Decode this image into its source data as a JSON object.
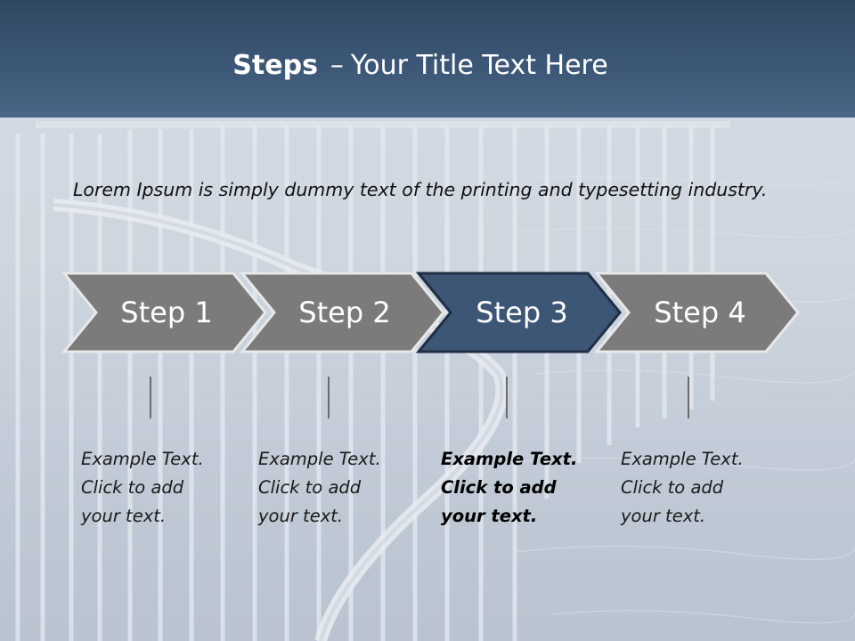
{
  "slide": {
    "title_bold": "Steps",
    "title_sep": "–",
    "title_rest": "Your Title Text Here",
    "intro": "Lorem Ipsum is simply dummy text of the printing and typesetting industry."
  },
  "steps": [
    {
      "label": "Step 1",
      "desc": [
        "Example Text.",
        "Click  to add",
        "your text."
      ],
      "active": false
    },
    {
      "label": "Step 2",
      "desc": [
        "Example Text.",
        "Click  to add",
        "your text."
      ],
      "active": false
    },
    {
      "label": "Step 3",
      "desc": [
        "Example Text.",
        "Click  to add",
        "your text."
      ],
      "active": true
    },
    {
      "label": "Step 4",
      "desc": [
        "Example Text.",
        "Click  to add",
        "your text."
      ],
      "active": false
    }
  ],
  "colors": {
    "title_band": "#3c5776",
    "step_inactive": "#7b7b7b",
    "step_active": "#3d5676",
    "step_outline": "#e8e8e8"
  }
}
